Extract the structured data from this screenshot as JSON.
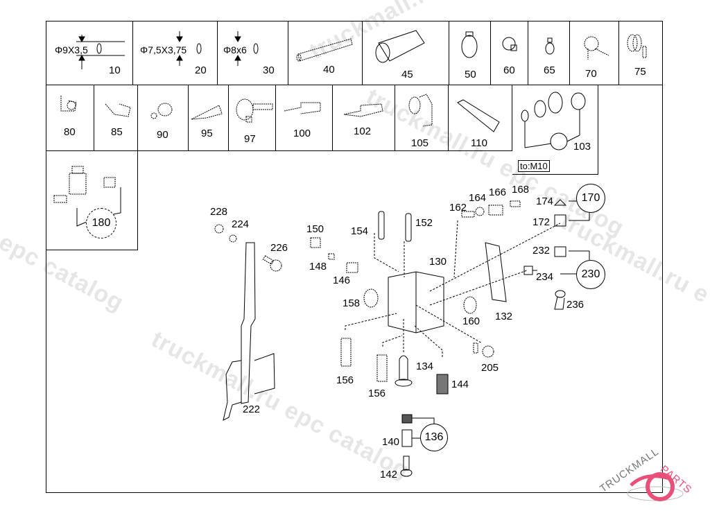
{
  "watermarks": [
    "truckmall.ru epc catalog",
    "truckmall.ru epc catalog",
    "truckmall.ru epc catalog",
    "epc catalog",
    "truckmall.ru e"
  ],
  "logo": {
    "text_left": "TRUCKMALL",
    "text_right": "PARTS",
    "accent": "#e8507a",
    "gray": "#888888"
  },
  "accessory_cells": [
    {
      "num": "10",
      "spec": "Φ9X3,5"
    },
    {
      "num": "20",
      "spec": "Φ7,5X3,75"
    },
    {
      "num": "30",
      "spec": "Φ8x6"
    },
    {
      "num": "40"
    },
    {
      "num": "45"
    },
    {
      "num": "50"
    },
    {
      "num": "60"
    },
    {
      "num": "65"
    },
    {
      "num": "70"
    },
    {
      "num": "75"
    },
    {
      "num": "80"
    },
    {
      "num": "85"
    },
    {
      "num": "90"
    },
    {
      "num": "95"
    },
    {
      "num": "97"
    },
    {
      "num": "100"
    },
    {
      "num": "102"
    },
    {
      "num": "105"
    },
    {
      "num": "110"
    },
    {
      "num": "103",
      "note": "to:M10"
    },
    {
      "num": "180"
    }
  ],
  "callouts": {
    "c130": "130",
    "c132": "132",
    "c134": "134",
    "c136": "136",
    "c140": "140",
    "c142": "142",
    "c144": "144",
    "c146": "146",
    "c148": "148",
    "c150": "150",
    "c152": "152",
    "c154": "154",
    "c156a": "156",
    "c156b": "156",
    "c158": "158",
    "c160": "160",
    "c162": "162",
    "c164": "164",
    "c166": "166",
    "c168": "168",
    "c170": "170",
    "c172": "172",
    "c174": "174",
    "c205": "205",
    "c222": "222",
    "c224": "224",
    "c226": "226",
    "c228": "228",
    "c230": "230",
    "c232": "232",
    "c234": "234",
    "c236": "236"
  }
}
